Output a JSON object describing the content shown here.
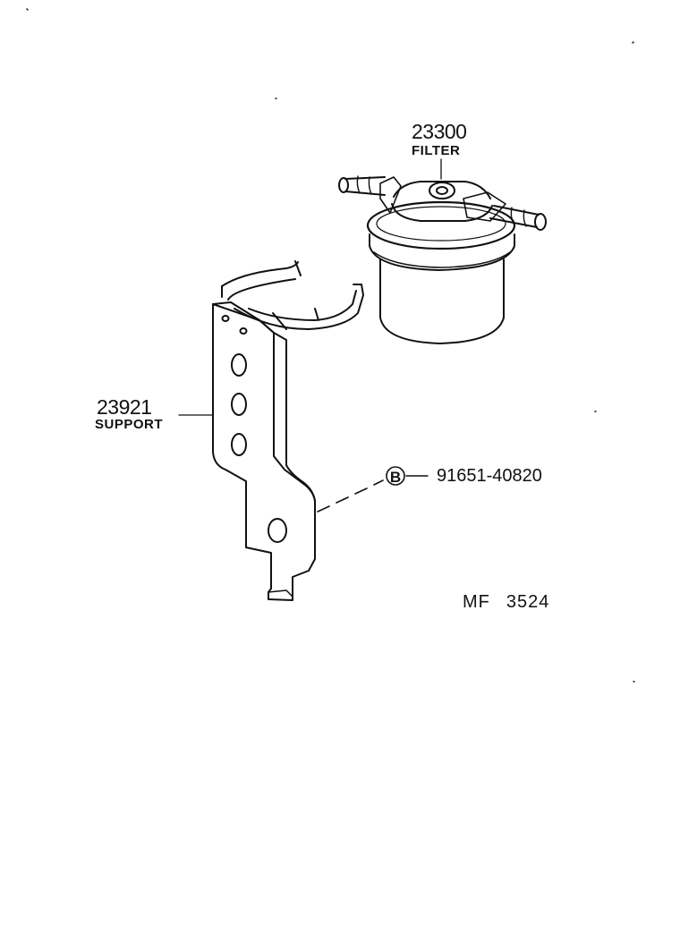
{
  "filter": {
    "number": "23300",
    "name": "FILTER"
  },
  "support": {
    "number": "23921",
    "name": "SUPPORT"
  },
  "bolt": {
    "symbol": "B",
    "part_number": "91651-40820"
  },
  "diagram_code": {
    "prefix": "MF",
    "number": "3524"
  },
  "colors": {
    "line": "#111111",
    "background": "#ffffff"
  }
}
